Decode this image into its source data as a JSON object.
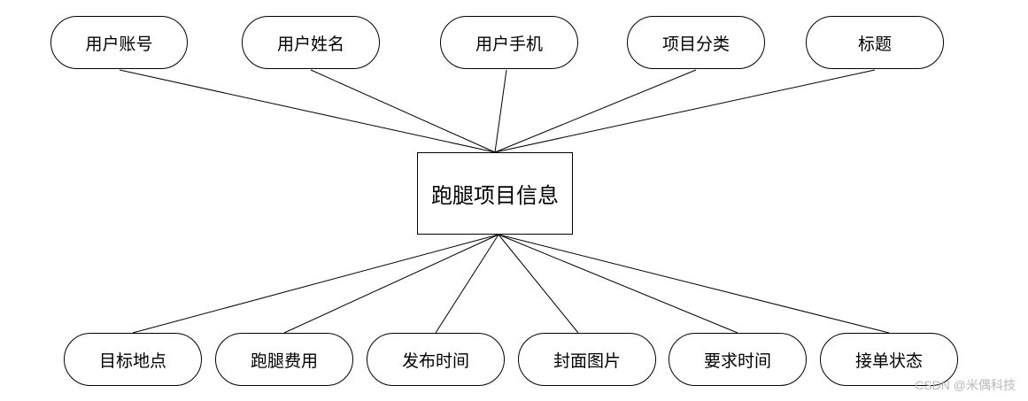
{
  "entity": {
    "label": "跑腿项目信息"
  },
  "attributes_top": [
    {
      "label": "用户账号"
    },
    {
      "label": "用户姓名"
    },
    {
      "label": "用户手机"
    },
    {
      "label": "项目分类"
    },
    {
      "label": "标题"
    }
  ],
  "attributes_bottom": [
    {
      "label": "目标地点"
    },
    {
      "label": "跑腿费用"
    },
    {
      "label": "发布时间"
    },
    {
      "label": "封面图片"
    },
    {
      "label": "要求时间"
    },
    {
      "label": "接单状态"
    }
  ],
  "watermark": "CSDN @米偶科技"
}
